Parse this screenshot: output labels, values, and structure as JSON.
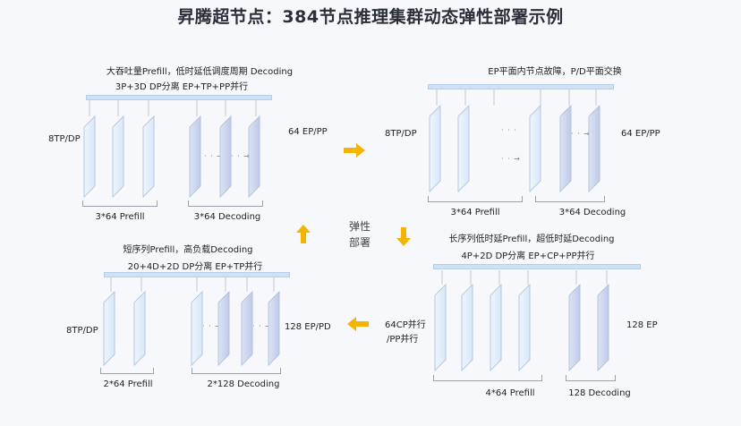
{
  "title": "昇腾超节点：384节点推理集群动态弹性部署示例",
  "center_label": {
    "line1": "弹性",
    "line2": "部署"
  },
  "panels": {
    "top_left": {
      "heading1": "大吞吐量Prefill，低时延低调度周期 Decoding",
      "heading2": "3P+3D DP分离 EP+TP+PP并行",
      "left_label": "8TP/DP",
      "right_label": "64 EP/PP",
      "group1": "3*64 Prefill",
      "group2": "3*64 Decoding"
    },
    "top_right": {
      "heading1": "EP平面内节点故障，P/D平面交换",
      "left_label": "8TP/DP",
      "right_label": "64 EP/PP",
      "group1": "3*64 Prefill",
      "group2": "3*64 Decoding"
    },
    "bottom_left": {
      "heading1": "短序列Prefill，高负载Decoding",
      "heading2": "20+4D+2D DP分离 EP+TP并行",
      "left_label": "8TP/DP",
      "right_label": "128 EP/PD",
      "group1": "2*64 Prefill",
      "group2": "2*128 Decoding"
    },
    "bottom_right": {
      "heading1": "长序列低时延Prefill，超低时延Decoding",
      "heading2": "4P+2D DP分离 EP+CP+PP并行",
      "left_label_line1": "64CP并行",
      "left_label_line2": "/PP并行",
      "right_label": "128 EP",
      "group1": "4*64 Prefill",
      "group2": "128 Decoding"
    }
  },
  "colors": {
    "arrow": "#f5b400",
    "prefill_slab": "#e2eefb",
    "decoding_slab": "#c9d2ec",
    "slab_edge": "#9fb6d9"
  }
}
